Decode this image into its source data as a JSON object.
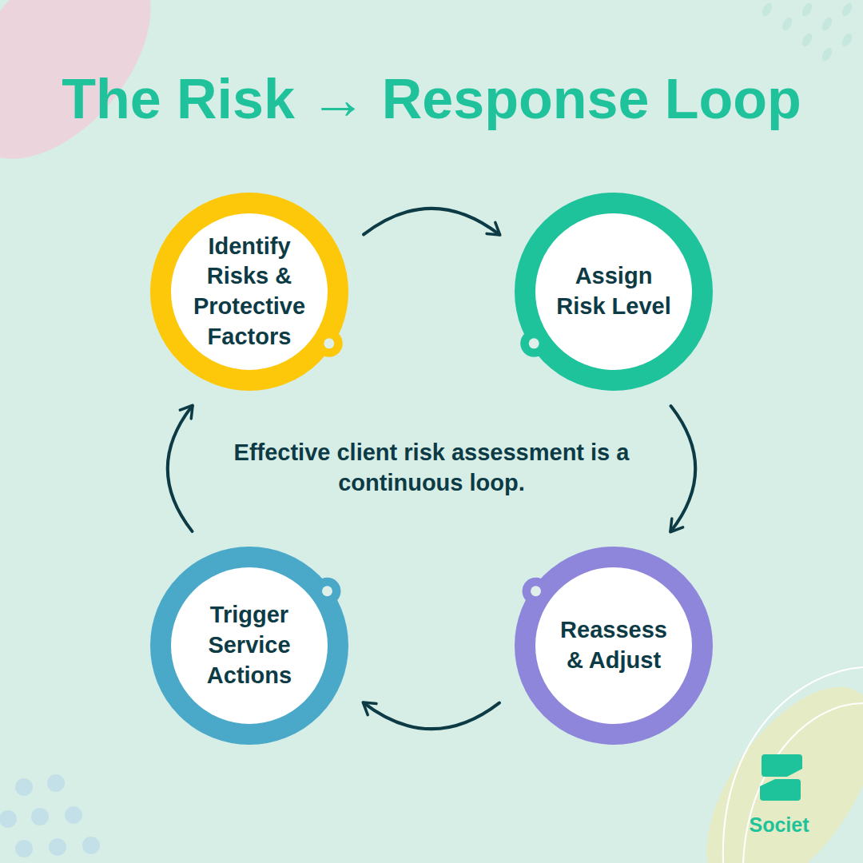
{
  "diagram": {
    "title": "The Risk → Response Loop",
    "nodes": [
      {
        "text": [
          "Identify Risks & Protective Factors"
        ]
      },
      {
        "text": [
          "Assign Risk Level"
        ]
      },
      {
        "text": [
          "Trigger Service Actions"
        ]
      },
      {
        "text": [
          "Reassess & Adjust"
        ]
      }
    ],
    "edges": [
      {
        "from": 0,
        "to": 1,
        "arrow": "to"
      },
      {
        "from": 1,
        "to": 3,
        "arrow": "to"
      },
      {
        "from": 3,
        "to": 2,
        "arrow": "to"
      },
      {
        "from": 2,
        "to": 0,
        "arrow": "to"
      }
    ],
    "labels": [
      "Effective client risk assessment is a continuous loop.",
      "Societ"
    ]
  }
}
